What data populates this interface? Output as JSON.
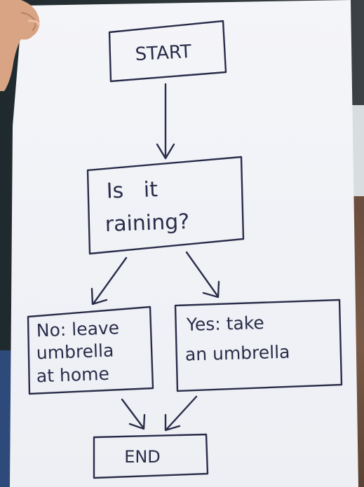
{
  "flowchart": {
    "start": "START",
    "decision": {
      "line1": "Is   it",
      "line2": "raining?"
    },
    "no_branch": {
      "line1": "No: leave",
      "line2": "umbrella",
      "line3": "at home"
    },
    "yes_branch": {
      "line1": "Yes: take",
      "line2": "an umbrella"
    },
    "end": "END"
  },
  "colors": {
    "ink": "#2a2d4a",
    "paper": "#f4f5f9"
  }
}
